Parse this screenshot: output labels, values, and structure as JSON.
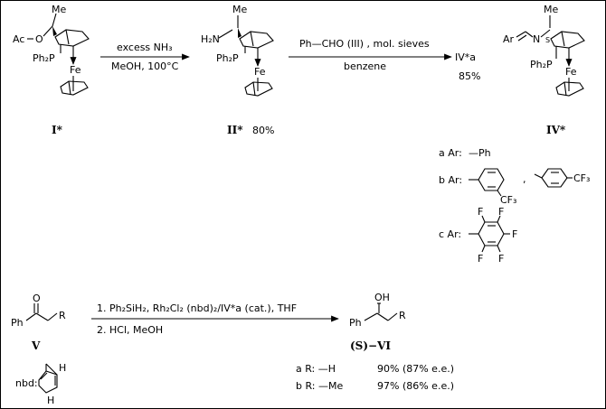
{
  "compounds": {
    "I": {
      "label": "I*",
      "ac": "Ac",
      "o": "O",
      "me": "Me",
      "pph2": "Ph₂P",
      "fe": "Fe"
    },
    "II": {
      "label": "II*",
      "yield": "80%",
      "nh2": "H₂N",
      "me": "Me",
      "pph2": "Ph₂P",
      "fe": "Fe"
    },
    "IV": {
      "label": "IV*",
      "ar": "Ar",
      "n": "N",
      "s": "S",
      "me": "Me",
      "pph2": "Ph₂P",
      "fe": "Fe"
    },
    "V": {
      "label": "V",
      "o": "O",
      "ph": "Ph",
      "r": "R"
    },
    "VI": {
      "label": "(S)−VI",
      "oh": "OH",
      "ph": "Ph",
      "r": "R"
    }
  },
  "steps": {
    "step1": {
      "top": "excess NH₃",
      "bottom": "MeOH, 100°C"
    },
    "step2": {
      "top": "Ph—CHO  (III) , mol. sieves",
      "bottom": "benzene",
      "product": "IV*a",
      "yield": "85%"
    },
    "step3": {
      "line1": "1. Ph₂SiH₂,  Rh₂Cl₂ (nbd)₂/IV*a (cat.),  THF",
      "line2": "2. HCl,  MeOH"
    }
  },
  "ar_variants": {
    "a": {
      "label": "a  Ar:",
      "group": "—Ph"
    },
    "b": {
      "label": "b  Ar:",
      "cf3": "CF₃",
      "sep": ","
    },
    "c": {
      "label": "c  Ar:",
      "f": "F"
    }
  },
  "nbd": {
    "label": "nbd:",
    "h": "H"
  },
  "results": [
    {
      "entry": "a  R:  —H",
      "yield": "90%  (87% e.e.)"
    },
    {
      "entry": "b  R:  —Me",
      "yield": "97%  (86% e.e.)"
    }
  ]
}
